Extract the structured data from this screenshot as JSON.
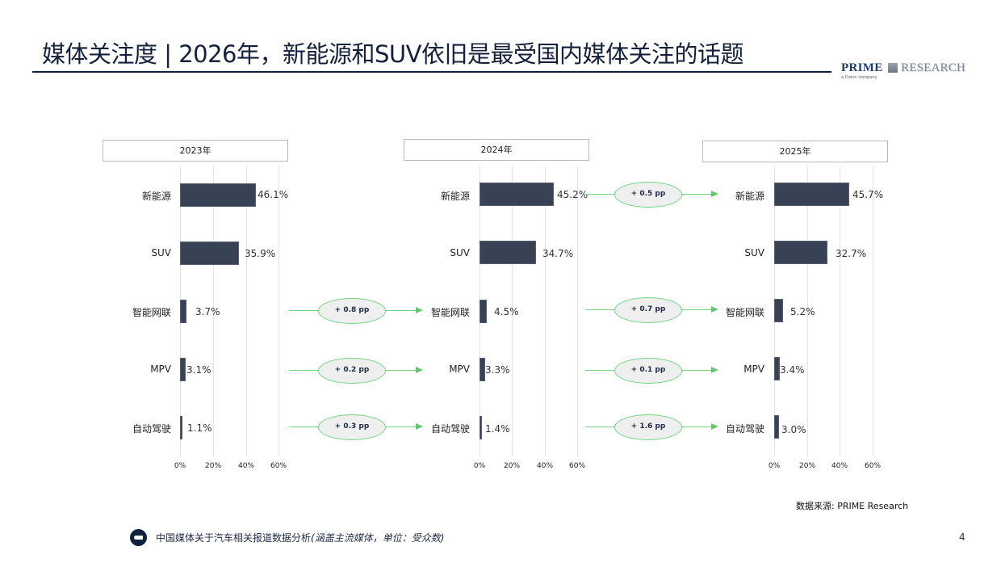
{
  "header": {
    "title": "媒体关注度 | 2026年，新能源和SUV依旧是最受国内媒体关注的话题",
    "logo": {
      "prime": "PRIME",
      "research": "RESEARCH",
      "sub": "a Cision company"
    }
  },
  "colors": {
    "bar": "#374254",
    "connector": "#6fd67f",
    "pill_fill": "#efefef",
    "title": "#14213d"
  },
  "chart_data": {
    "type": "bar",
    "orientation": "horizontal",
    "title": "媒体关注度 | 2026年，新能源和SUV依旧是最受国内媒体关注的话题",
    "categories": [
      "新能源",
      "SUV",
      "智能网联",
      "MPV",
      "自动驾驶"
    ],
    "series": [
      {
        "name": "2023年",
        "values": [
          46.1,
          35.9,
          3.7,
          3.1,
          1.1
        ]
      },
      {
        "name": "2024年",
        "values": [
          45.2,
          34.7,
          4.5,
          3.3,
          1.4
        ]
      },
      {
        "name": "2025年",
        "values": [
          45.7,
          32.7,
          5.2,
          3.4,
          3.0
        ]
      }
    ],
    "xlim": [
      0,
      60
    ],
    "xticks": [
      "0%",
      "20%",
      "40%",
      "60%"
    ],
    "unit": "%",
    "grid": true,
    "annotations": [
      {
        "from": "2023年",
        "to": "2024年",
        "category": "智能网联",
        "label": "+ 0.8 pp"
      },
      {
        "from": "2023年",
        "to": "2024年",
        "category": "MPV",
        "label": "+ 0.2 pp"
      },
      {
        "from": "2023年",
        "to": "2024年",
        "category": "自动驾驶",
        "label": "+ 0.3 pp"
      },
      {
        "from": "2024年",
        "to": "2025年",
        "category": "新能源",
        "label": "+ 0.5 pp"
      },
      {
        "from": "2024年",
        "to": "2025年",
        "category": "智能网联",
        "label": "+ 0.7 pp"
      },
      {
        "from": "2024年",
        "to": "2025年",
        "category": "MPV",
        "label": "+ 0.1 pp"
      },
      {
        "from": "2024年",
        "to": "2025年",
        "category": "自动驾驶",
        "label": "+ 1.6 pp"
      }
    ]
  },
  "panels": [
    {
      "year": "2023年",
      "values": [
        "46.1%",
        "35.9%",
        "3.7%",
        "3.1%",
        "1.1%"
      ]
    },
    {
      "year": "2024年",
      "values": [
        "45.2%",
        "34.7%",
        "4.5%",
        "3.3%",
        "1.4%"
      ]
    },
    {
      "year": "2025年",
      "values": [
        "45.7%",
        "32.7%",
        "5.2%",
        "3.4%",
        "3.0%"
      ]
    }
  ],
  "categories": [
    "新能源",
    "SUV",
    "智能网联",
    "MPV",
    "自动驾驶"
  ],
  "ticks": [
    "0%",
    "20%",
    "40%",
    "60%"
  ],
  "changes": {
    "y23_24": {
      "zhineng": "+ 0.8 pp",
      "mpv": "+ 0.2 pp",
      "zidong": "+ 0.3 pp"
    },
    "y24_25": {
      "xinnengyuan": "+ 0.5 pp",
      "zhineng": "+ 0.7 pp",
      "mpv": "+ 0.1 pp",
      "zidong": "+ 1.6 pp"
    }
  },
  "footer": {
    "source": "数据来源: PRIME Research",
    "description": "中国媒体关于汽车相关报道数据分析",
    "note": "(涵盖主流媒体，单位：受众数)",
    "page": "4",
    "icon": "hand-pointing-icon"
  }
}
